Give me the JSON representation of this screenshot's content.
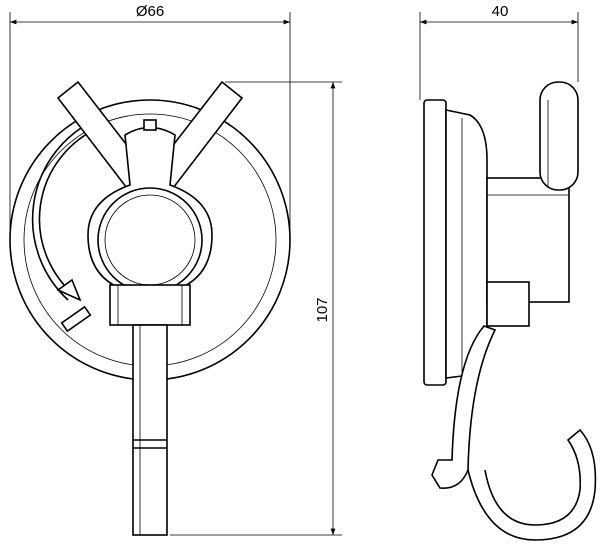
{
  "dimensions": {
    "diameter_label": "Ø66",
    "depth_label": "40",
    "height_label": "107"
  },
  "colors": {
    "line": "#000000",
    "background": "#ffffff"
  }
}
